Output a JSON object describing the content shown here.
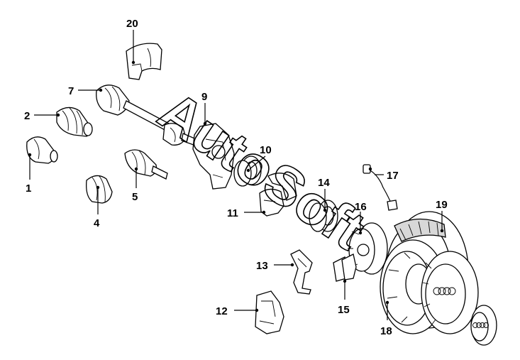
{
  "watermark": "AutoSoft",
  "callouts": [
    {
      "id": "c1",
      "label": "1"
    },
    {
      "id": "c2",
      "label": "2"
    },
    {
      "id": "c4",
      "label": "4"
    },
    {
      "id": "c5",
      "label": "5"
    },
    {
      "id": "c7",
      "label": "7"
    },
    {
      "id": "c9",
      "label": "9"
    },
    {
      "id": "c10",
      "label": "10"
    },
    {
      "id": "c11",
      "label": "11"
    },
    {
      "id": "c12",
      "label": "12"
    },
    {
      "id": "c13",
      "label": "13"
    },
    {
      "id": "c14",
      "label": "14"
    },
    {
      "id": "c15",
      "label": "15"
    },
    {
      "id": "c16",
      "label": "16"
    },
    {
      "id": "c17",
      "label": "17"
    },
    {
      "id": "c18",
      "label": "18"
    },
    {
      "id": "c19",
      "label": "19"
    },
    {
      "id": "c20",
      "label": "20"
    }
  ]
}
